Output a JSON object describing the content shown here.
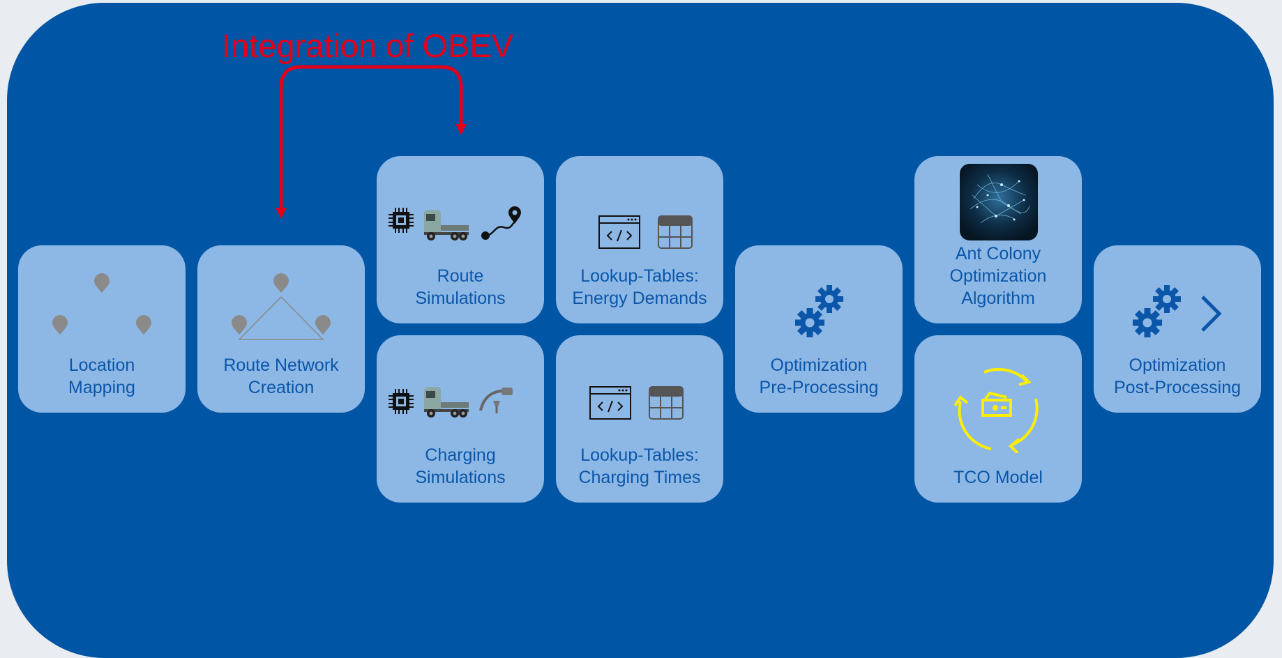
{
  "title": "Integration of OBEV",
  "colors": {
    "panel": "#0055a5",
    "card": "#8db8e6",
    "text": "#0b56a8",
    "arrow": "#e2001a",
    "icon_gray": "#8a8a8a",
    "tco": "#ffee00"
  },
  "cards": {
    "location_mapping": "Location\nMapping",
    "route_network": "Route Network\nCreation",
    "route_simulations": "Route\nSimulations",
    "charging_simulations": "Charging\nSimulations",
    "lut_energy": "Lookup-Tables:\nEnergy Demands",
    "lut_charging": "Lookup-Tables:\nCharging Times",
    "opt_pre": "Optimization\nPre-Processing",
    "aco": "Ant Colony\nOptimization\nAlgorithm",
    "tco": "TCO Model",
    "opt_post": "Optimization\nPost-Processing"
  },
  "icons": [
    "map-pin-icon",
    "network-triangle-icon",
    "chip-icon",
    "truck-icon",
    "route-path-icon",
    "charger-plug-icon",
    "code-window-icon",
    "table-icon",
    "gears-icon",
    "chevron-right-icon",
    "neural-network-image",
    "money-cycle-icon"
  ]
}
